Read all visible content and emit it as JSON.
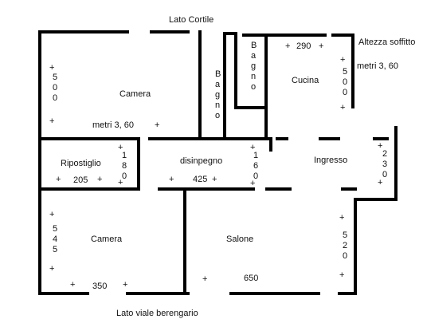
{
  "plan": {
    "top_side_label": "Lato Cortile",
    "bottom_side_label": "Lato viale berengario",
    "ceiling_height_label": "Altezza soffitto",
    "ceiling_height_value": "metri 3, 60"
  },
  "rooms": {
    "camera_top": {
      "name": "Camera",
      "width": "500",
      "length": "metri 3, 60"
    },
    "bagno_left": {
      "name": "Bagno"
    },
    "bagno_right": {
      "name": "Bagno"
    },
    "cucina": {
      "name": "Cucina",
      "width": "290",
      "length": "500"
    },
    "ripostiglio": {
      "name": "Ripostiglio",
      "width": "205",
      "height": "180"
    },
    "disimpegno": {
      "name": "disinpegno",
      "width": "425",
      "height": "160"
    },
    "ingresso": {
      "name": "Ingresso",
      "height": "230"
    },
    "camera_bottom": {
      "name": "Camera",
      "height": "545",
      "width": "350"
    },
    "salone": {
      "name": "Salone",
      "width": "650",
      "height": "520"
    }
  }
}
